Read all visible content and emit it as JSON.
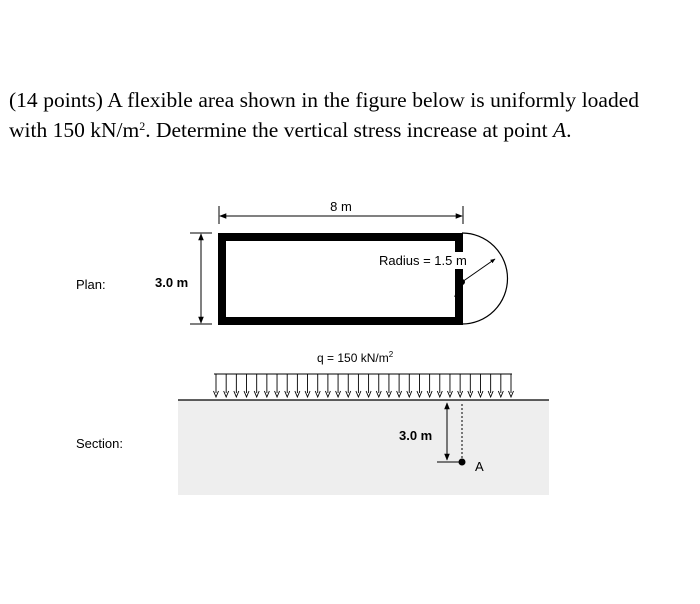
{
  "problem": {
    "part1": "(14 points) A flexible area shown in the figure below is uniformly loaded with 150 kN/m",
    "sup1": "2",
    "part2": ". Determine the vertical stress increase at point ",
    "point": "A",
    "part3": "."
  },
  "figure": {
    "plan_label": "Plan:",
    "section_label": "Section:",
    "length_label": "8 m",
    "width_label": "3.0 m",
    "radius_label": "Radius = 1.5 m",
    "load_label": "q = 150 kN/m",
    "load_sup": "2",
    "depth_label": "3.0 m",
    "point_label": "A",
    "colors": {
      "ground": "#eeeeee",
      "line": "#000000"
    }
  }
}
